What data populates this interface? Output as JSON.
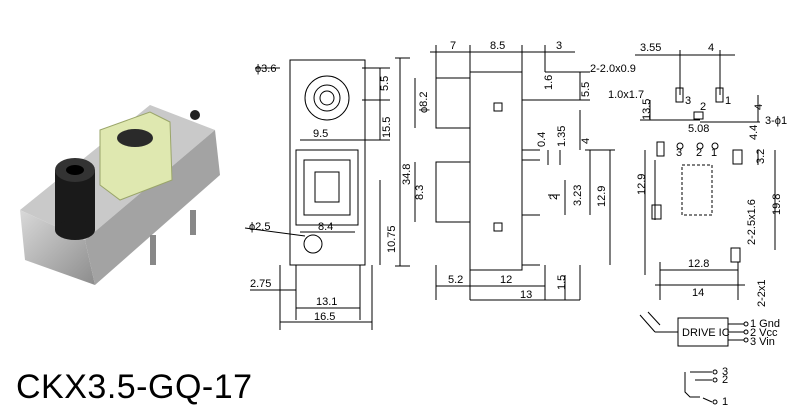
{
  "title": "CKX3.5-GQ-17",
  "front": {
    "phi36": "ϕ3.6",
    "d55": "5.5",
    "d95": "9.5",
    "d155": "15.5",
    "d348": "34.8",
    "d1075": "10.75",
    "phi25": "ϕ2.5",
    "d84": "8.4",
    "d275": "2.75",
    "d131": "13.1",
    "d165": "16.5"
  },
  "side": {
    "d7": "7",
    "d85": "8.5",
    "d3": "3",
    "phi82": "ϕ8.2",
    "d16": "1.6",
    "d55": "5.5",
    "d04": "0.4",
    "d135": "1.35",
    "d4": "4",
    "d83": "8.3",
    "d2": "2",
    "d323": "3.23",
    "d129": "12.9",
    "d52": "5.2",
    "d12": "12",
    "d13": "13",
    "d15": "1.5"
  },
  "footprint": {
    "d355": "3.55",
    "d4": "4",
    "pad1": "2-2.0x0.9",
    "pad2": "1.0x1.7",
    "d135": "13.5",
    "d508": "5.08",
    "d44": "4.4",
    "holes": "3-ϕ1",
    "d32": "3.2",
    "d129": "12.9",
    "d4b": "4",
    "slot": "2-2.5x1.6",
    "d198": "19.8",
    "d128": "12.8",
    "d14": "14",
    "pad3": "2-2x1",
    "pin1": "1",
    "pin2": "2",
    "pin3": "3"
  },
  "schematic": {
    "ic_label": "DRIVE IC",
    "p1": "1 Gnd",
    "p2": "2 Vcc",
    "p3": "3 Vin",
    "jack_p3": "3",
    "jack_p2": "2",
    "jack_p1": "1"
  }
}
